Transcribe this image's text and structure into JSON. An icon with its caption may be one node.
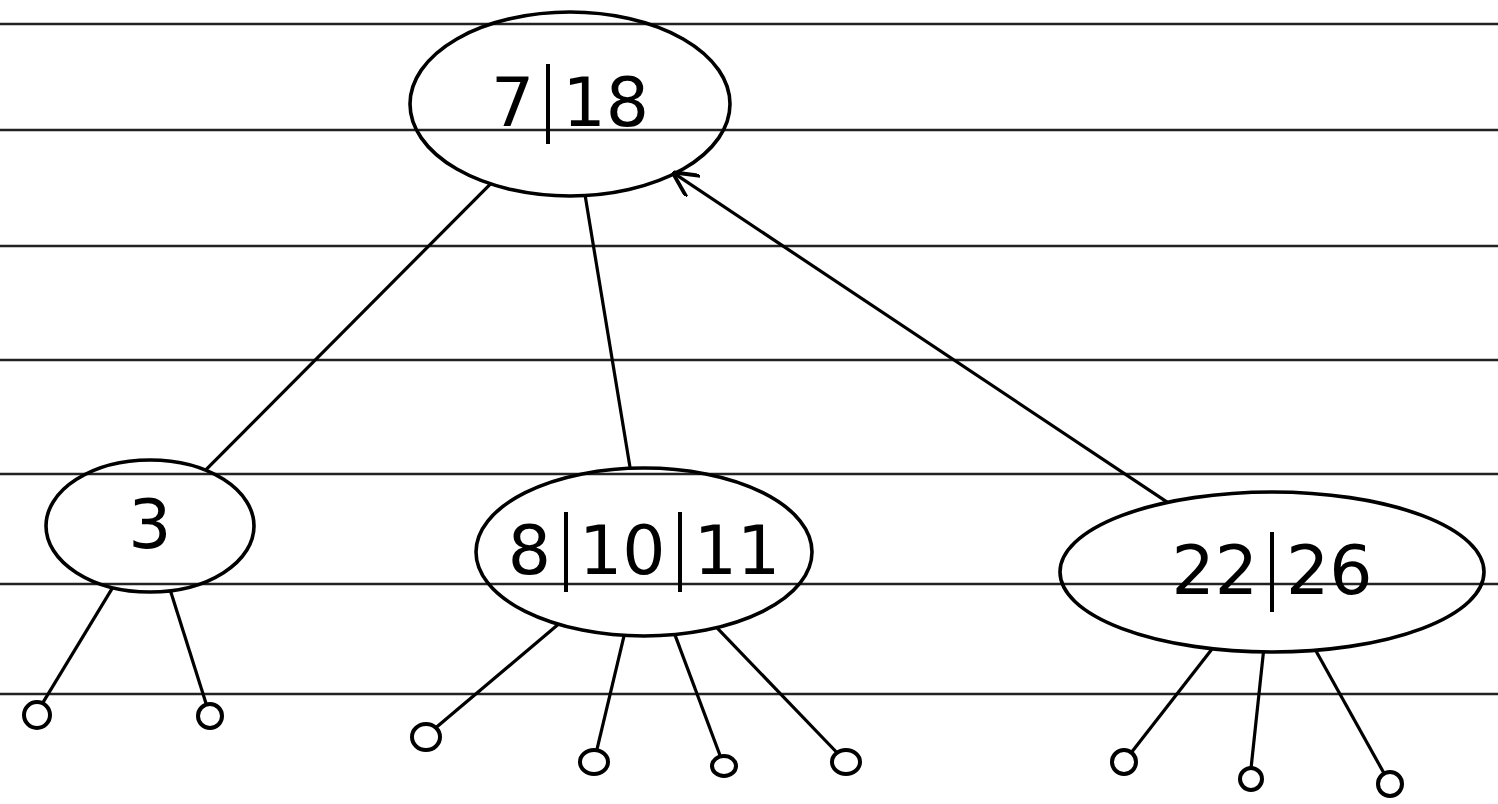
{
  "diagram": {
    "nodes": [
      {
        "text": [
          "7",
          "18"
        ]
      },
      {
        "text": [
          "3"
        ]
      },
      {
        "text": [
          "8",
          "10",
          "11"
        ]
      },
      {
        "text": [
          "22",
          "26"
        ]
      },
      {
        "text": [],
        "shape": "circle"
      },
      {
        "text": [],
        "shape": "circle"
      },
      {
        "text": [],
        "shape": "circle"
      },
      {
        "text": [],
        "shape": "circle"
      },
      {
        "text": [],
        "shape": "circle"
      },
      {
        "text": [],
        "shape": "circle"
      },
      {
        "text": [],
        "shape": "circle"
      },
      {
        "text": [],
        "shape": "circle"
      },
      {
        "text": [],
        "shape": "circle"
      }
    ],
    "edges": [
      {
        "from": 1,
        "to": 0,
        "arrow": "none"
      },
      {
        "from": 2,
        "to": 0,
        "arrow": "none"
      },
      {
        "from": 3,
        "to": 0,
        "arrow": "to"
      },
      {
        "from": 1,
        "to": 4,
        "arrow": "none"
      },
      {
        "from": 1,
        "to": 5,
        "arrow": "none"
      },
      {
        "from": 2,
        "to": 6,
        "arrow": "none"
      },
      {
        "from": 2,
        "to": 7,
        "arrow": "none"
      },
      {
        "from": 2,
        "to": 8,
        "arrow": "none"
      },
      {
        "from": 2,
        "to": 9,
        "arrow": "none"
      },
      {
        "from": 3,
        "to": 10,
        "arrow": "none"
      },
      {
        "from": 3,
        "to": 11,
        "arrow": "none"
      },
      {
        "from": 3,
        "to": 12,
        "arrow": "none"
      }
    ]
  }
}
